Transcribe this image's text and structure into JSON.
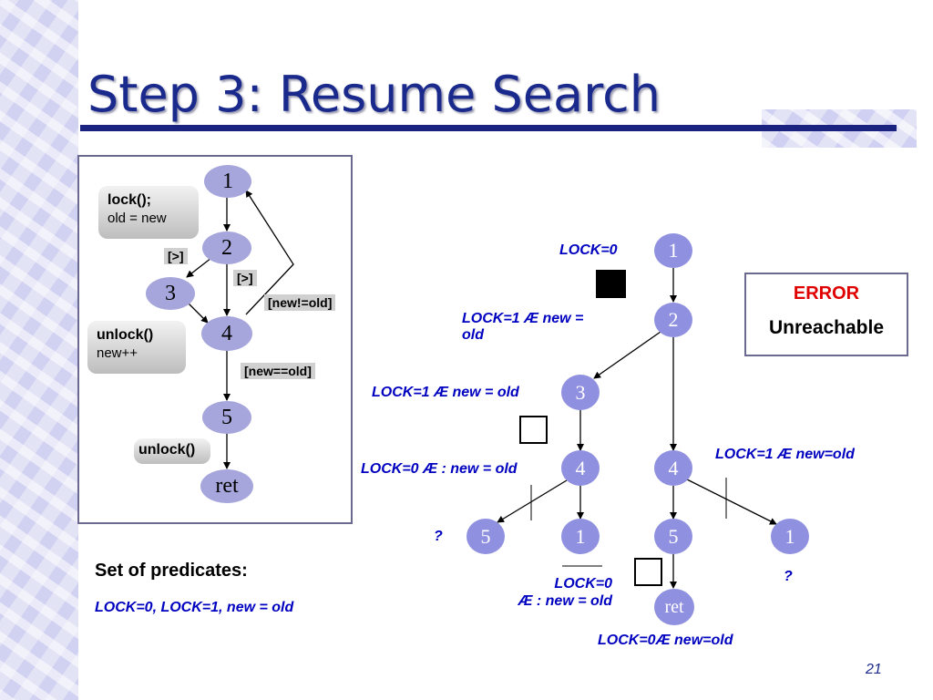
{
  "title": "Step 3: Resume Search",
  "cfg": {
    "nodes": [
      "1",
      "2",
      "3",
      "4",
      "5",
      "ret"
    ],
    "callouts": {
      "lock": {
        "line1": "lock();",
        "line2": "old = new"
      },
      "unlock_new": {
        "line1": "unlock()",
        "line2": "new++"
      },
      "unlock": "unlock()"
    },
    "guards": {
      "g1": "[>]",
      "g2": "[>]",
      "neq": "[new!=old]",
      "eq": "[new==old]"
    }
  },
  "predicates": {
    "heading": "Set of predicates:",
    "list": "LOCK=0, LOCK=1, new = old"
  },
  "tree": {
    "nodes": {
      "n1": "1",
      "n2": "2",
      "n3": "3",
      "n4a": "4",
      "n4b": "4",
      "n5a": "5",
      "n1a": "1",
      "n5b": "5",
      "n1b": "1",
      "nret": "ret"
    },
    "labels": {
      "lock0": "LOCK=0",
      "lock1_n2_line1": "LOCK=1 Æ new =",
      "lock1_n2_line2": "old",
      "lock1_n3": "LOCK=1 Æ new = old",
      "lock0_n4": "LOCK=0 Æ : new = old",
      "lock1_n4b": "LOCK=1 Æ new=old",
      "q1": "?",
      "q2": "?",
      "lock0_n1_line1": "LOCK=0",
      "lock0_n1_line2": "Æ : new = old",
      "lock0_ret": "LOCK=0Æ new=old"
    }
  },
  "error": {
    "line1": "ERROR",
    "line2": "Unreachable"
  },
  "page_number": "21",
  "colors": {
    "title": "#1a2a8c",
    "tree_node": "#9090e0",
    "cfg_node": "#a6a6dc",
    "predicate_text": "#0000c0",
    "error": "#e00000"
  }
}
